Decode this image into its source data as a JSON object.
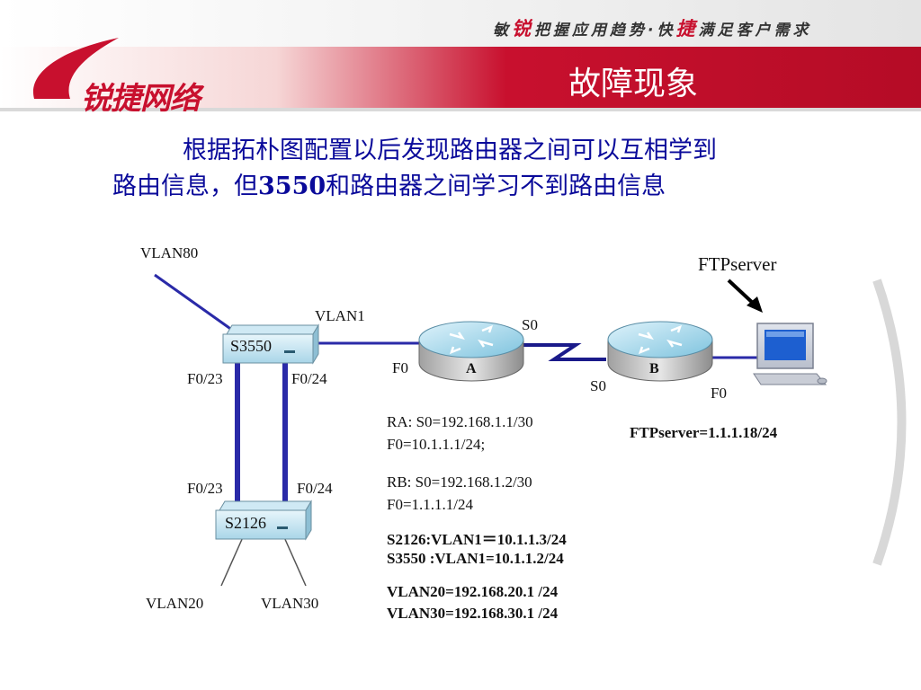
{
  "header": {
    "slogan_part1": "敏",
    "slogan_hl1": "锐",
    "slogan_part2": "把握应用趋势·快",
    "slogan_hl2": "捷",
    "slogan_part3": "满足客户需求",
    "title": "故障现象",
    "logo": "锐捷网络"
  },
  "description": {
    "line1": "根据拓朴图配置以后发现路由器之间可以互相学到",
    "line2_a": "路由信息，但",
    "line2_num": "3550",
    "line2_b": "和路由器之间学习不到路由信息"
  },
  "diagram": {
    "vlan80": "VLAN80",
    "vlan1": "VLAN1",
    "s3550": "S3550",
    "s2126": "S2126",
    "f023_top": "F0/23",
    "f024_top": "F0/24",
    "f023_bot": "F0/23",
    "f024_bot": "F0/24",
    "f0_a": "F0",
    "s0_a": "S0",
    "router_a": "A",
    "s0_b": "S0",
    "router_b": "B",
    "f0_b": "F0",
    "ftpserver": "FTPserver",
    "ftp_addr": "FTPserver=1.1.1.18/24",
    "vlan20": "VLAN20",
    "vlan30": "VLAN30",
    "ra_line1": "RA: S0=192.168.1.1/30",
    "ra_line2": "F0=10.1.1.1/24;",
    "rb_line1": "RB: S0=192.168.1.2/30",
    "rb_line2": "F0=1.1.1.1/24",
    "cfg1": "S2126:VLAN1＝10.1.1.3/24",
    "cfg2": "S3550 :VLAN1=10.1.1.2/24",
    "cfg3": "VLAN20=192.168.20.1  /24",
    "cfg4": "VLAN30=192.168.30.1 /24"
  },
  "colors": {
    "brand_red": "#c8102e",
    "text_blue": "#0a0a9a",
    "link_blue": "#2a2aa8"
  }
}
